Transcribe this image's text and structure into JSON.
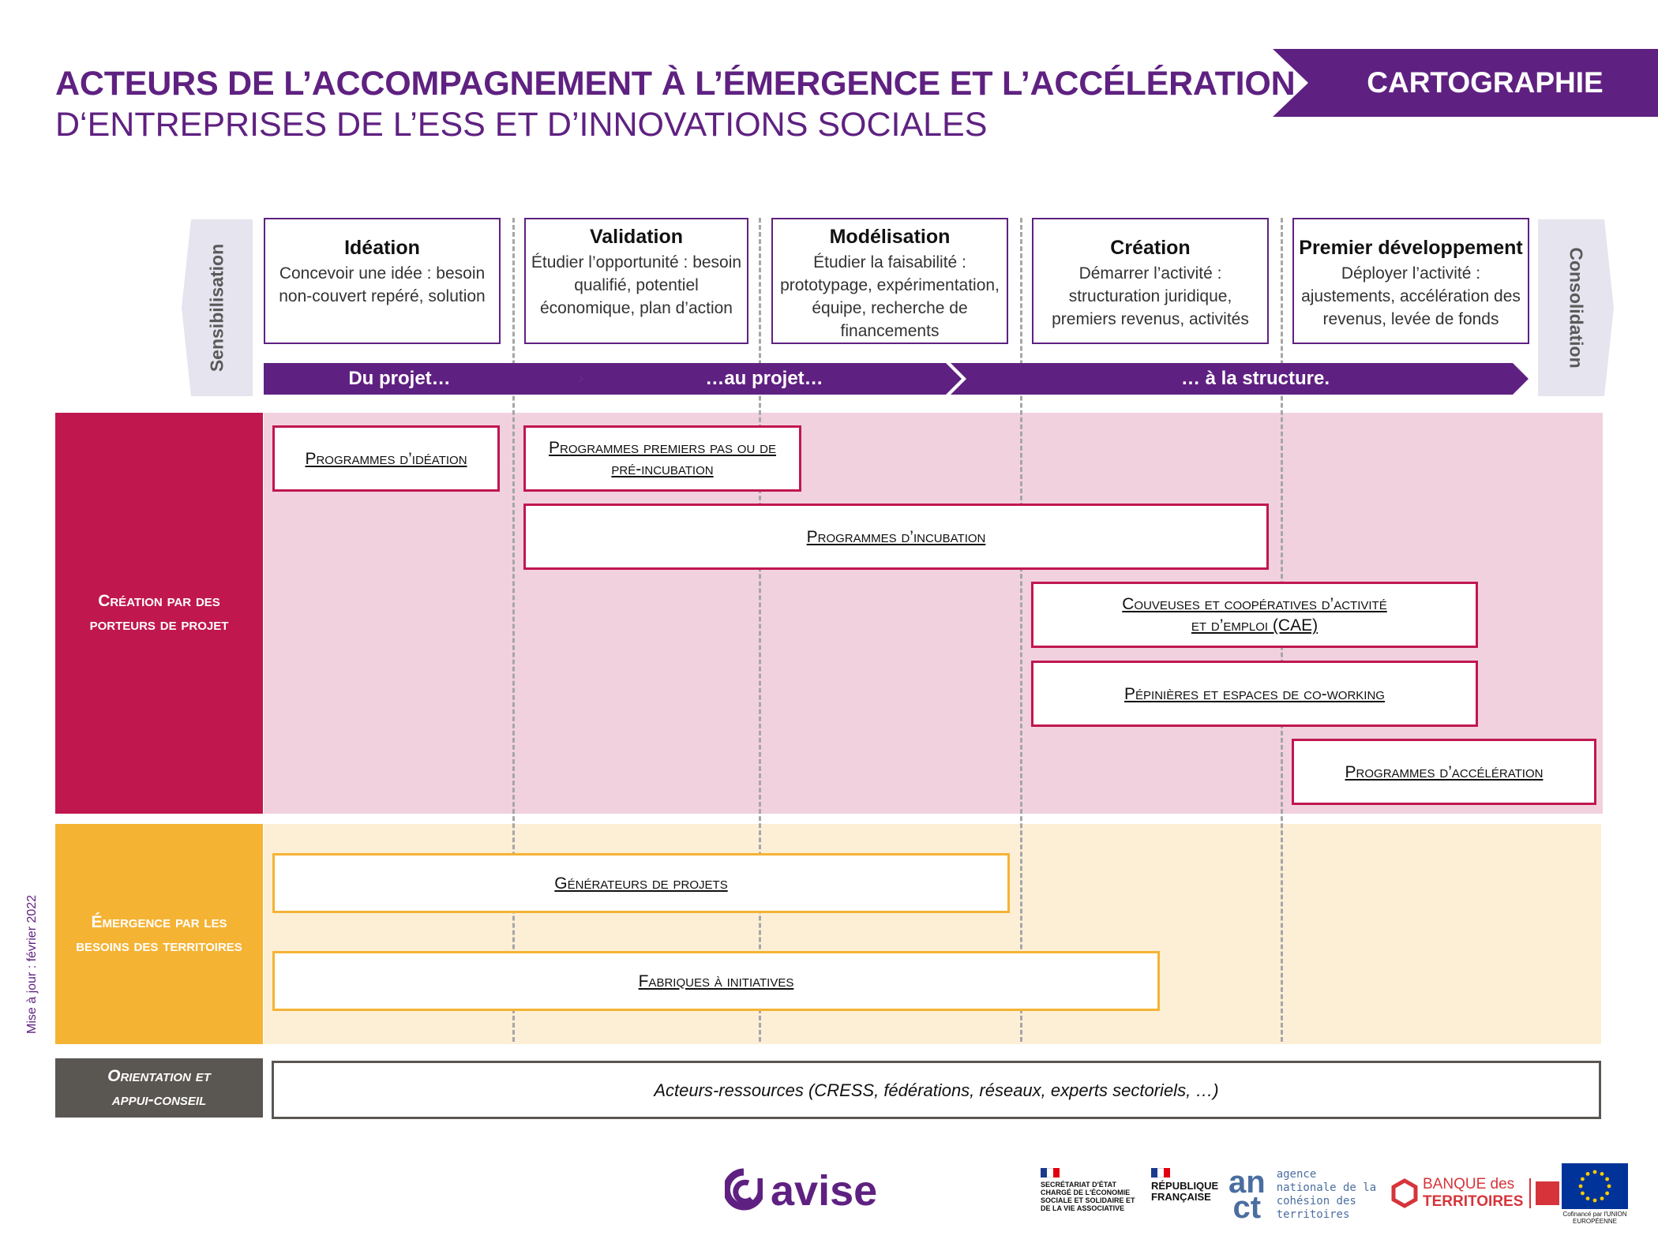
{
  "header": {
    "title_line1": "ACTEURS DE L’ACCOMPAGNEMENT À L’ÉMERGENCE ET L’ACCÉLÉRATION",
    "title_line2": "D‘ENTREPRISES DE L’ESS ET D’INNOVATIONS SOCIALES",
    "badge": "CARTOGRAPHIE"
  },
  "phases": {
    "left": "Sensibilisation",
    "right": "Consolidation"
  },
  "stages": [
    {
      "title": "Idéation",
      "desc": "Concevoir une idée : besoin non-couvert repéré, solution"
    },
    {
      "title": "Validation",
      "desc": "Étudier l’opportunité : besoin qualifié, potentiel économique, plan d’action"
    },
    {
      "title": "Modélisation",
      "desc": "Étudier la faisabilité : prototypage, expérimentation, équipe, recherche de financements"
    },
    {
      "title": "Création",
      "desc": "Démarrer l’activité : structuration juridique, premiers revenus, activités"
    },
    {
      "title": "Premier développement",
      "desc": "Déployer l’activité : ajustements, accélération des revenus, levée de fonds"
    }
  ],
  "arrows": [
    "Du projet…",
    "…au projet…",
    "… à la structure."
  ],
  "categories": {
    "porteurs": "Création par des porteurs de projet",
    "territoires": "Émergence par les besoins des territoires",
    "orientation": "Orientation et appui-conseil"
  },
  "programs": {
    "ideation": "Programmes d’idéation",
    "premiers_pas": "Programmes premiers pas ou de pré-incubation",
    "incubation": "Programmes d’incubation",
    "couveuses": "Couveuses et coopératives d’activité et d’emploi (CAE)",
    "pepinieres": "Pépinières et espaces de co-working",
    "acceleration": "Programmes d’accélération",
    "generateurs": "Générateurs de projets",
    "fabriques": "Fabriques à initiatives",
    "ressources": "Acteurs-ressources (CRESS, fédérations, réseaux, experts sectoriels, …)"
  },
  "footer": {
    "update": "Mise à jour : février 2022",
    "avise": "avise",
    "gov1": "SECRÉTARIAT D'ÉTAT CHARGÉ DE L'ÉCONOMIE SOCIALE ET SOLIDAIRE ET DE LA VIE ASSOCIATIVE",
    "gov2": "RÉPUBLIQUE FRANÇAISE",
    "anct_letters_top": "an",
    "anct_letters_bot": "ct",
    "anct_text": "agence nationale de la cohésion des territoires",
    "bdt_top": "BANQUE des",
    "bdt_bottom": "TERRITOIRES",
    "eu_caption": "Cofinancé par l'UNION EUROPÉENNE"
  },
  "colors": {
    "purple": "#5f2181",
    "crimson": "#c0174f",
    "pink_band": "#f2d1df",
    "orange": "#f5b334",
    "yellow_band": "#fdefd6",
    "grey": "#5a5651"
  }
}
